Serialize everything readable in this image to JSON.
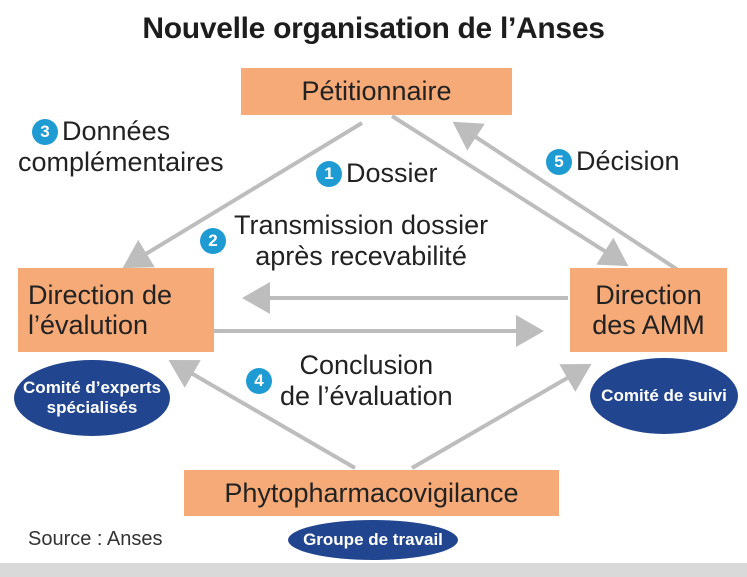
{
  "title": "Nouvelle organisation de l’Anses",
  "nodes": {
    "petitionnaire": "Pétitionnaire",
    "direction_evaluation": "Direction de l’évalution",
    "direction_amm": "Direction des AMM",
    "phytopharmacovigilance": "Phytopharmacovigilance"
  },
  "committees": {
    "comite_experts": "Comité d’experts spécialisés",
    "comite_suivi": "Comité de suivi",
    "groupe_travail": "Groupe de travail"
  },
  "steps": [
    {
      "number": "1",
      "label": "Dossier"
    },
    {
      "number": "2",
      "label_line1": "Transmission dossier",
      "label_line2": "après recevabilité"
    },
    {
      "number": "3",
      "label_line1": "Données",
      "label_line2": "complémentaires"
    },
    {
      "number": "4",
      "label_line1": "Conclusion",
      "label_line2": "de l’évaluation"
    },
    {
      "number": "5",
      "label": "Décision"
    }
  ],
  "source": "Source : Anses",
  "colors": {
    "box": "#f6aa78",
    "badge": "#1f9bd3",
    "oval": "#22458f",
    "arrow": "#bdbdbd"
  }
}
